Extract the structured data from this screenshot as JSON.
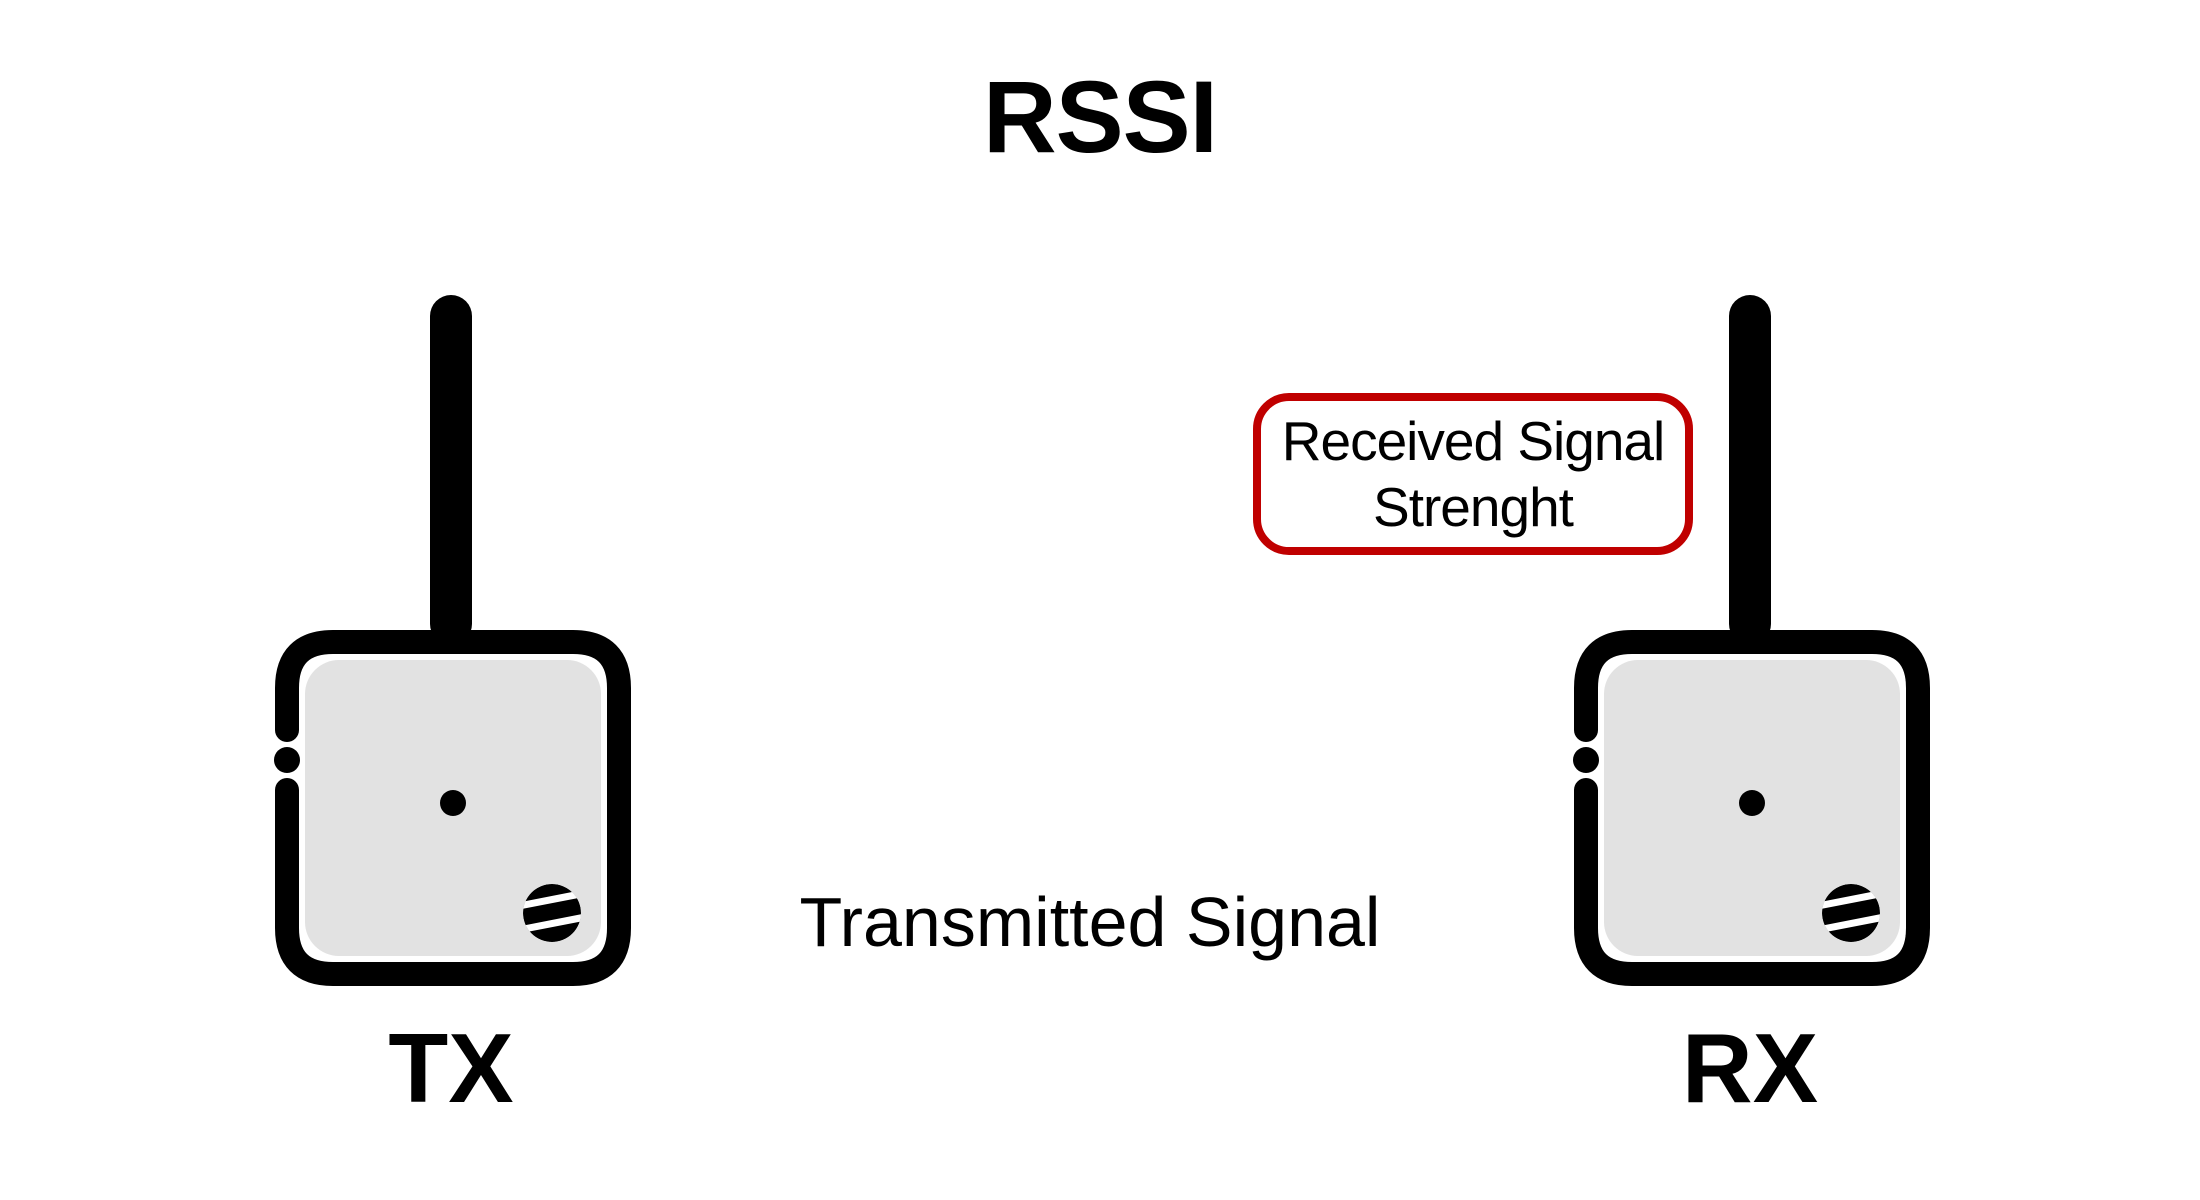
{
  "title": "RSSI",
  "devices": {
    "tx": {
      "label": "TX",
      "icon": "radio-module-icon"
    },
    "rx": {
      "label": "RX",
      "icon": "radio-module-icon"
    }
  },
  "annotation": {
    "line1": "Received Signal",
    "line2": "Strenght"
  },
  "center_label": "Transmitted Signal",
  "icons": {
    "antenna": "antenna-icon",
    "module_body": "module-body-shape",
    "side_dot": "side-indicator-dot",
    "center_dot": "center-dot",
    "logo": "striped-ball-logo-icon"
  },
  "colors": {
    "ink": "#000000",
    "device_fill": "#E2E2E2",
    "annotation_border": "#C00000",
    "bg": "#FFFFFF"
  }
}
